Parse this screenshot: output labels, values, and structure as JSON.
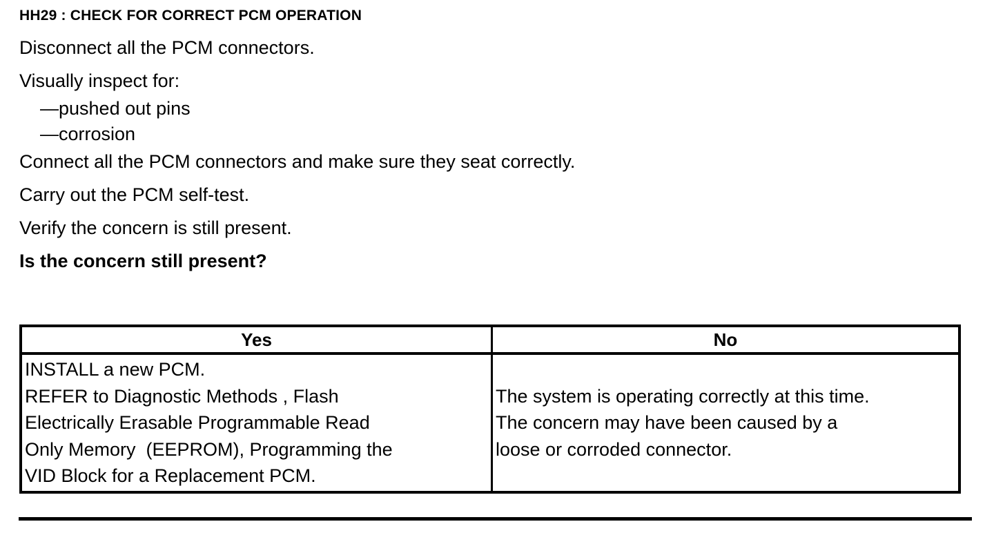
{
  "heading": "HH29 : CHECK FOR CORRECT PCM OPERATION",
  "instructions": {
    "line1": "Disconnect all the PCM connectors.",
    "line2": "Visually inspect for:",
    "line3": "Connect all the PCM connectors and make sure they seat correctly.",
    "line4": "Carry out the PCM self-test.",
    "line5": "Verify the concern is still present.",
    "question": "Is the concern still present?"
  },
  "inspect_items": [
    "—pushed out pins",
    "—corrosion"
  ],
  "table": {
    "headers": {
      "yes": "Yes",
      "no": "No"
    },
    "yes_cell_lines": [
      "INSTALL a new PCM.",
      "REFER to Diagnostic Methods , Flash",
      "Electrically Erasable Programmable Read",
      "Only Memory  (EEPROM), Programming the",
      "VID Block for a Replacement PCM."
    ],
    "no_cell_lines": [
      "The system is operating correctly at this time.",
      "The concern may have been caused by a",
      "loose or corroded connector."
    ]
  },
  "colors": {
    "text": "#000000",
    "background": "#ffffff",
    "border": "#000000"
  }
}
